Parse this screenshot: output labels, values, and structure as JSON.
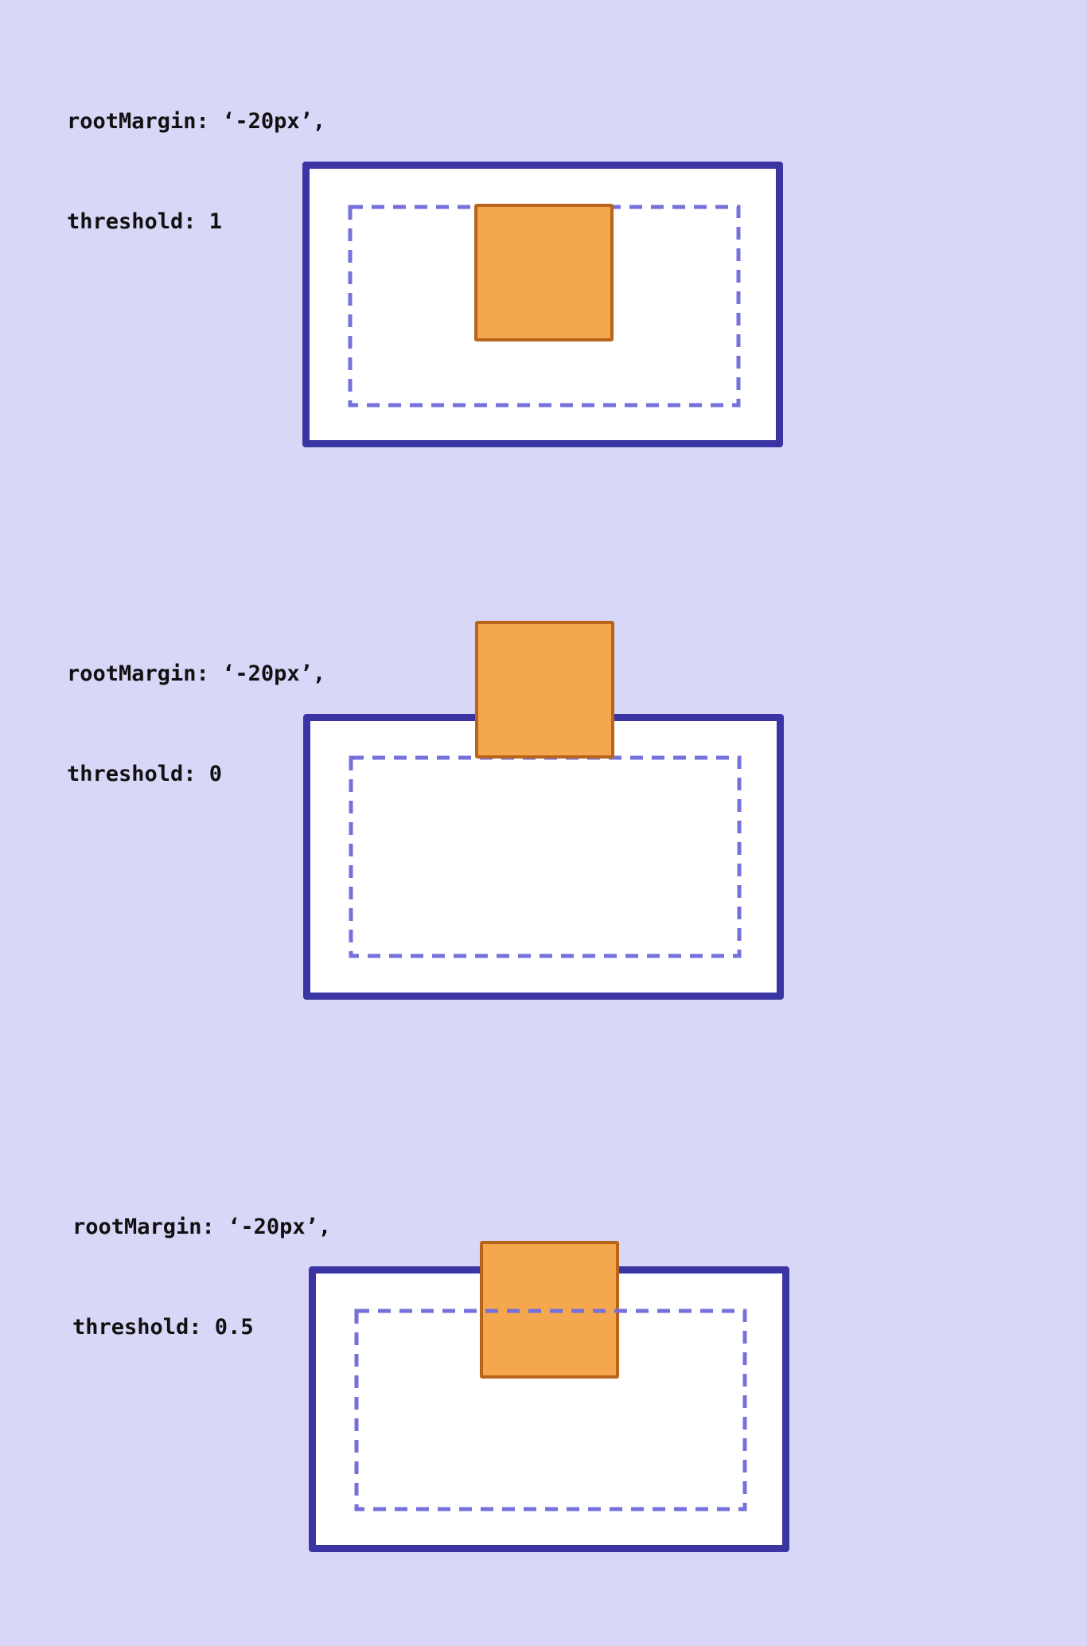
{
  "colors": {
    "background": "#d9d7f8",
    "root_border": "#3a35a3",
    "root_fill": "#ffffff",
    "margin_dash": "#7670da",
    "target_fill": "#f4a74c",
    "target_border": "#b8651b"
  },
  "panels": [
    {
      "line1": "rootMargin: ‘-20px’,",
      "line2": "threshold: 1"
    },
    {
      "line1": "rootMargin: ‘-20px’,",
      "line2": "threshold: 0"
    },
    {
      "line1": "rootMargin: ‘-20px’,",
      "line2": "threshold: 0.5"
    }
  ]
}
